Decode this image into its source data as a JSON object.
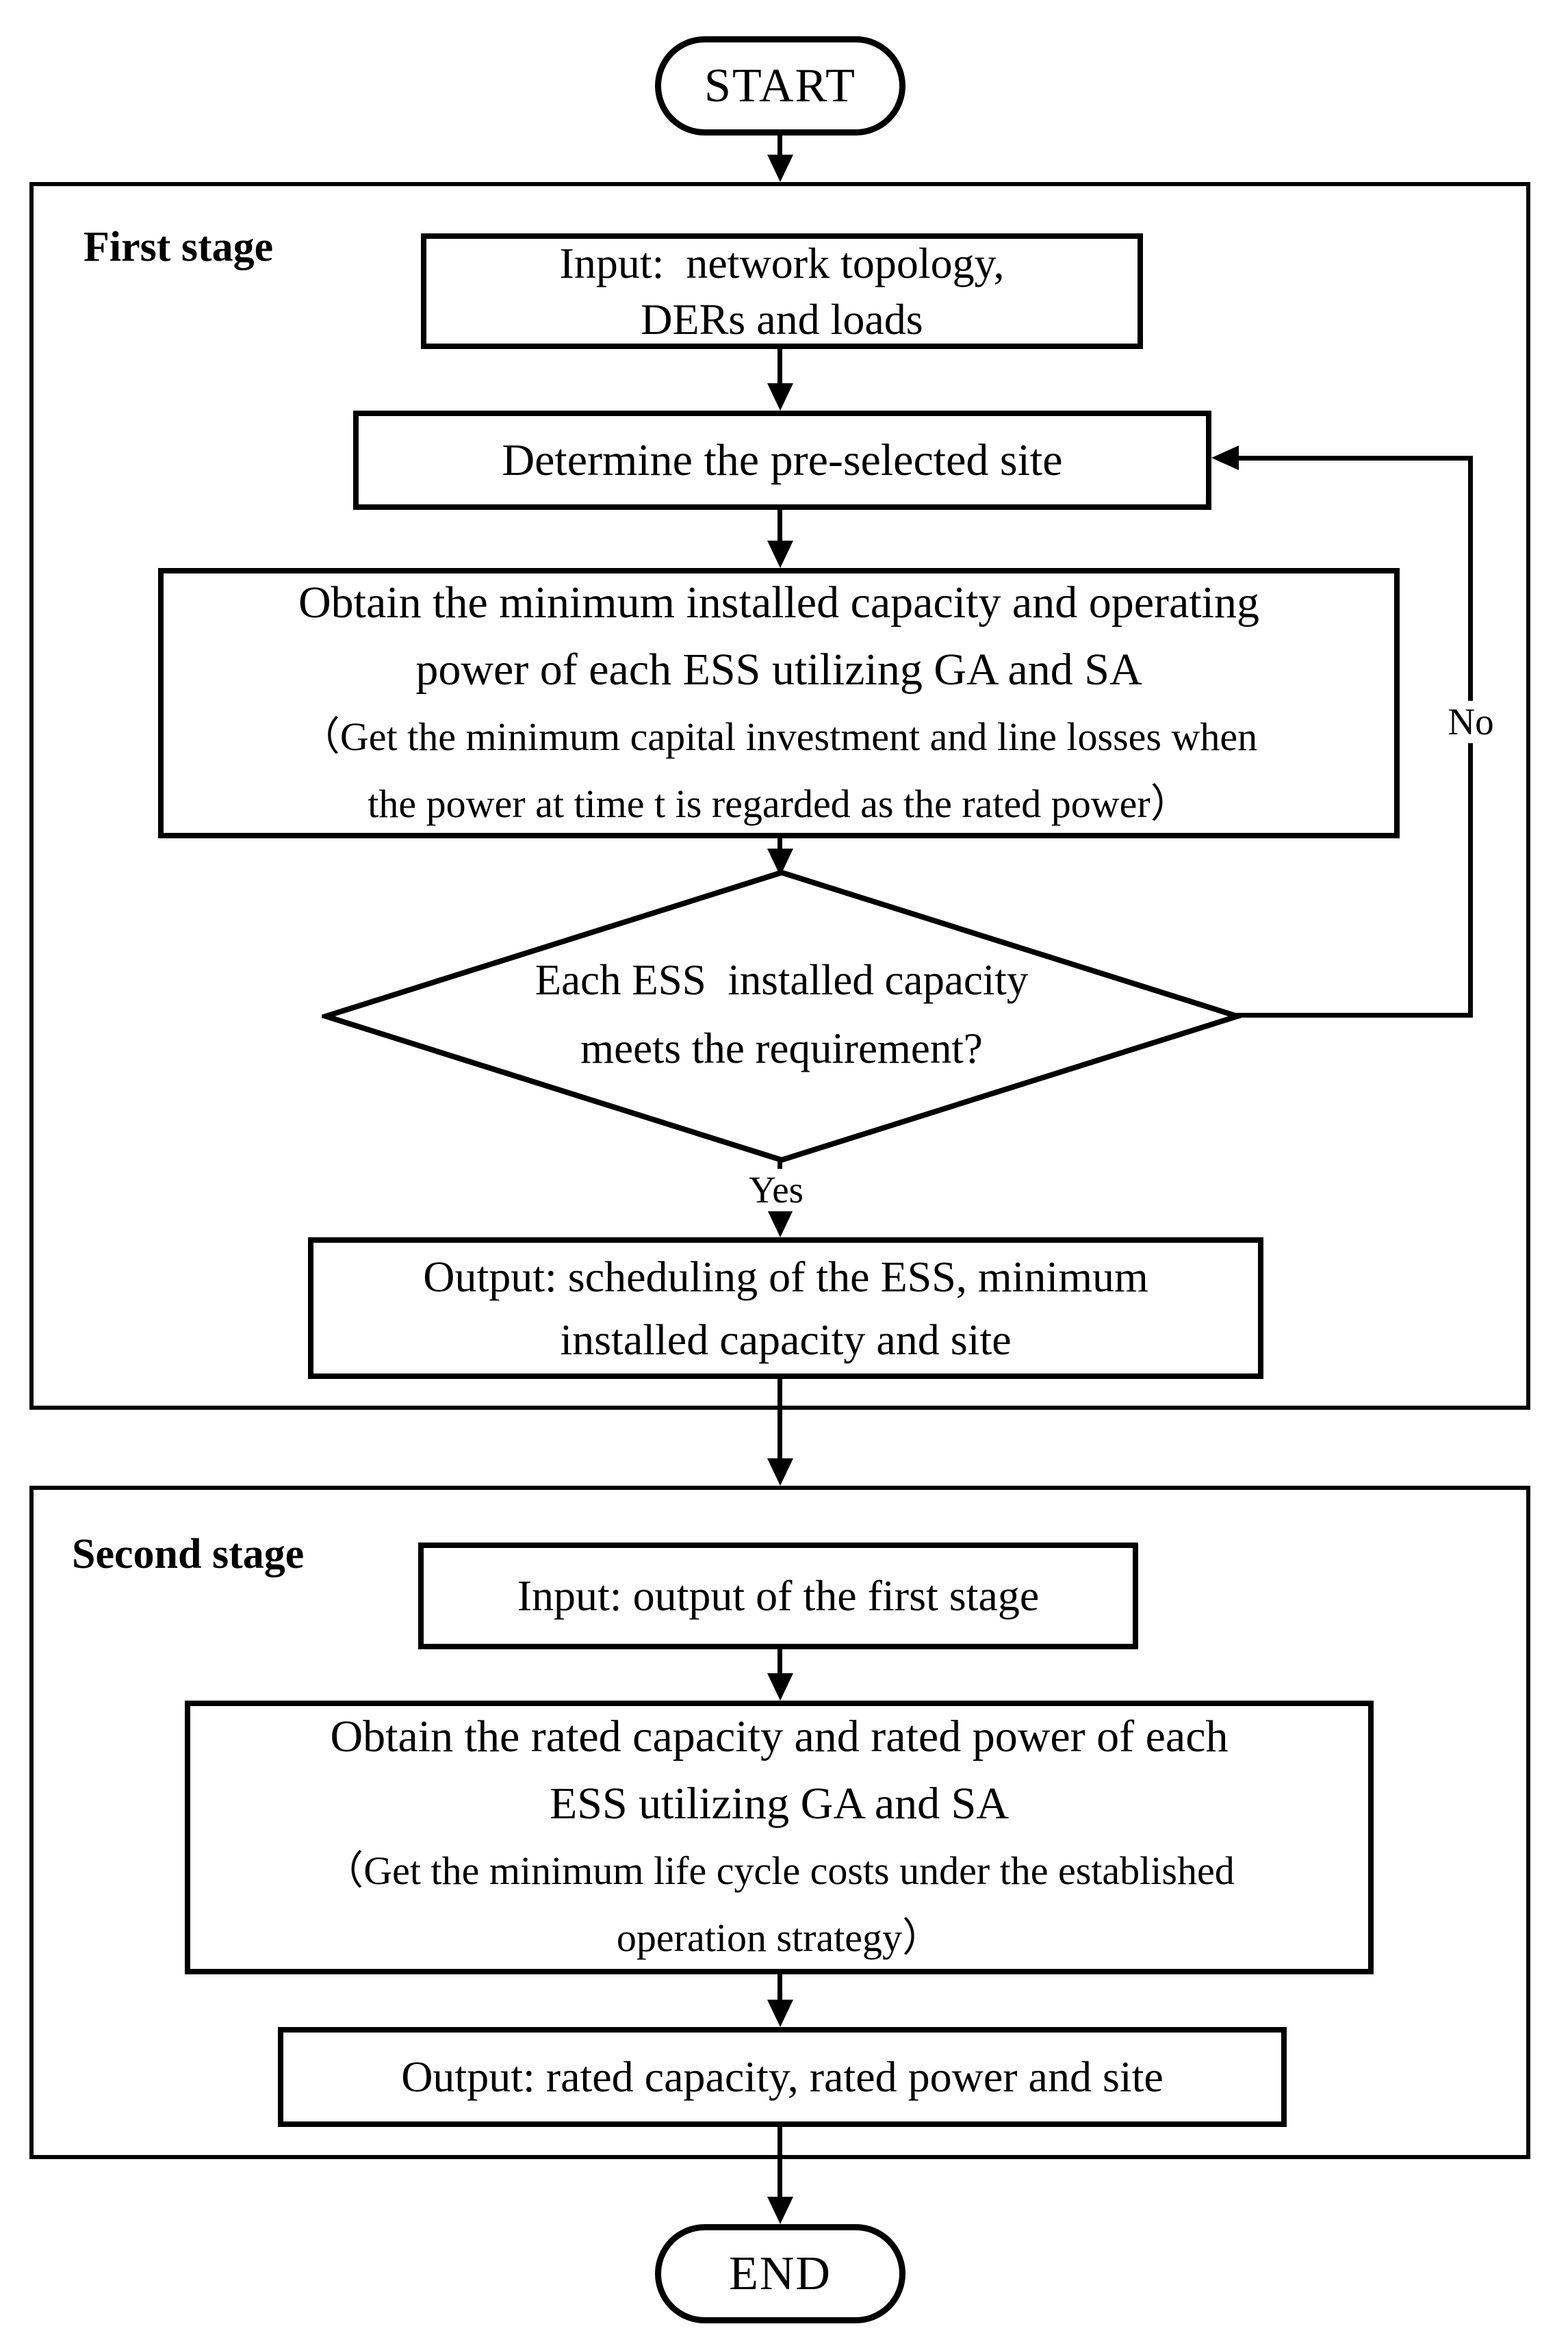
{
  "colors": {
    "ink": "#000000",
    "background": "#ffffff"
  },
  "terminals": {
    "start": "START",
    "end": "END"
  },
  "stage1": {
    "label": "First stage",
    "input_box": "Input:  network topology,\nDERs and loads",
    "determine_box": "Determine the pre-selected site",
    "process_box_main": "Obtain the minimum installed capacity and operating\npower of each ESS utilizing GA and SA",
    "process_box_note": "（Get the minimum capital investment and line losses when\nthe power at time t is regarded as the rated power）",
    "decision": "Each ESS  installed capacity\nmeets the requirement?",
    "decision_yes": "Yes",
    "decision_no": "No",
    "output_box": "Output: scheduling of the ESS, minimum\ninstalled capacity and site"
  },
  "stage2": {
    "label": "Second stage",
    "input_box": "Input: output of the first stage",
    "process_box_main": "Obtain the rated capacity and rated power of each\nESS utilizing GA and SA",
    "process_box_note": "（Get the minimum life cycle costs under the established\noperation strategy）",
    "output_box": "Output: rated capacity, rated power and site"
  }
}
